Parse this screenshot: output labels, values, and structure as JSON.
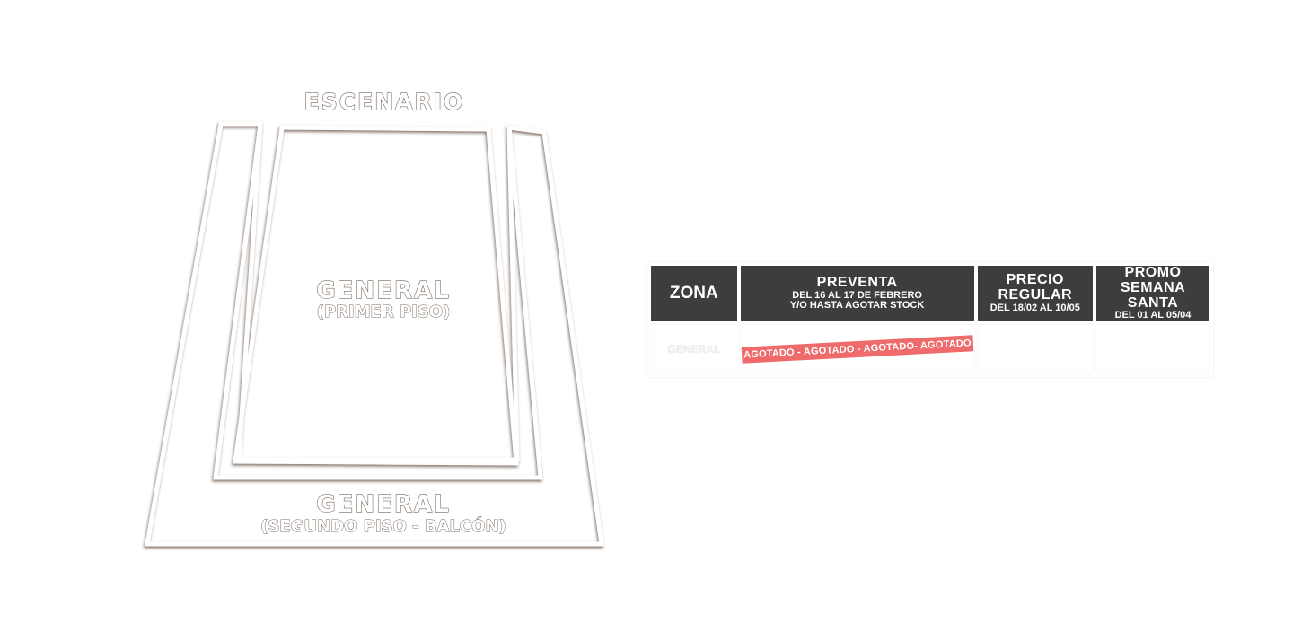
{
  "map": {
    "stage_label": "ESCENARIO",
    "zone1_label": "GENERAL",
    "zone1_sub": "(PRIMER PISO)",
    "zone2_label": "GENERAL",
    "zone2_sub": "(SEGUNDO PISO - BALCÓN)"
  },
  "table": {
    "col_zona": "ZONA",
    "col_preventa_title": "PREVENTA",
    "col_preventa_line1": "DEL 16 AL 17 DE FEBRERO",
    "col_preventa_line2": "Y/O HASTA AGOTAR STOCK",
    "col_regular_title1": "PRECIO",
    "col_regular_title2": "REGULAR",
    "col_regular_sub": "DEL 18/02 AL 10/05",
    "col_promo_title1": "PROMO",
    "col_promo_title2": "SEMANA SANTA",
    "col_promo_sub": "DEL 01 AL 05/04",
    "row": {
      "zona": "GENERAL",
      "preventa_status": "AGOTADO - AGOTADO - AGOTADO- AGOTADO"
    }
  },
  "colors": {
    "header_bg": "#3c3e3d",
    "sold_out": "#ef6b6b",
    "outline_shadow": "#7a6a60"
  }
}
